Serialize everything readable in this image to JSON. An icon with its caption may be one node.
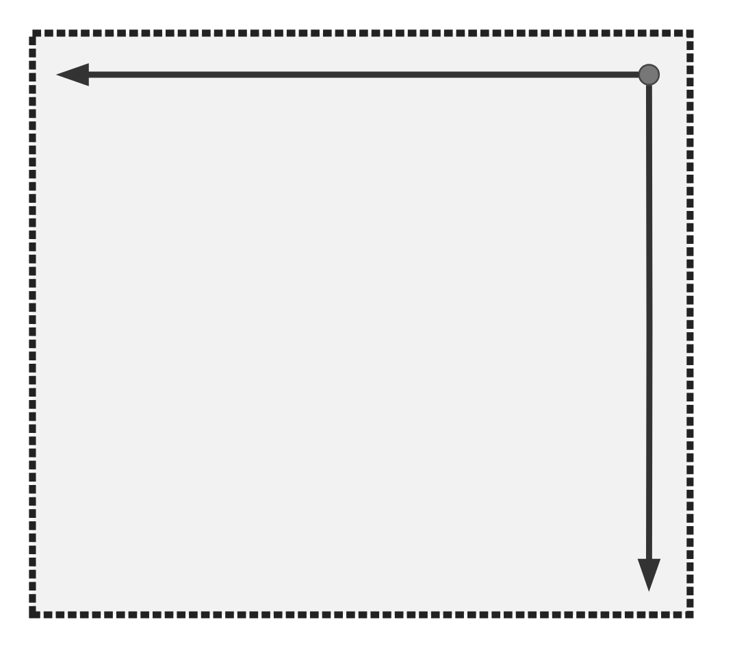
{
  "diagram": {
    "nodes": [
      {
        "text": [],
        "shape": "box"
      },
      {
        "text": [],
        "shape": "circle",
        "in": 0
      }
    ],
    "edges": [
      {
        "from": 1,
        "to": null,
        "arrow": "to"
      },
      {
        "from": 1,
        "to": null,
        "arrow": "to"
      }
    ]
  }
}
